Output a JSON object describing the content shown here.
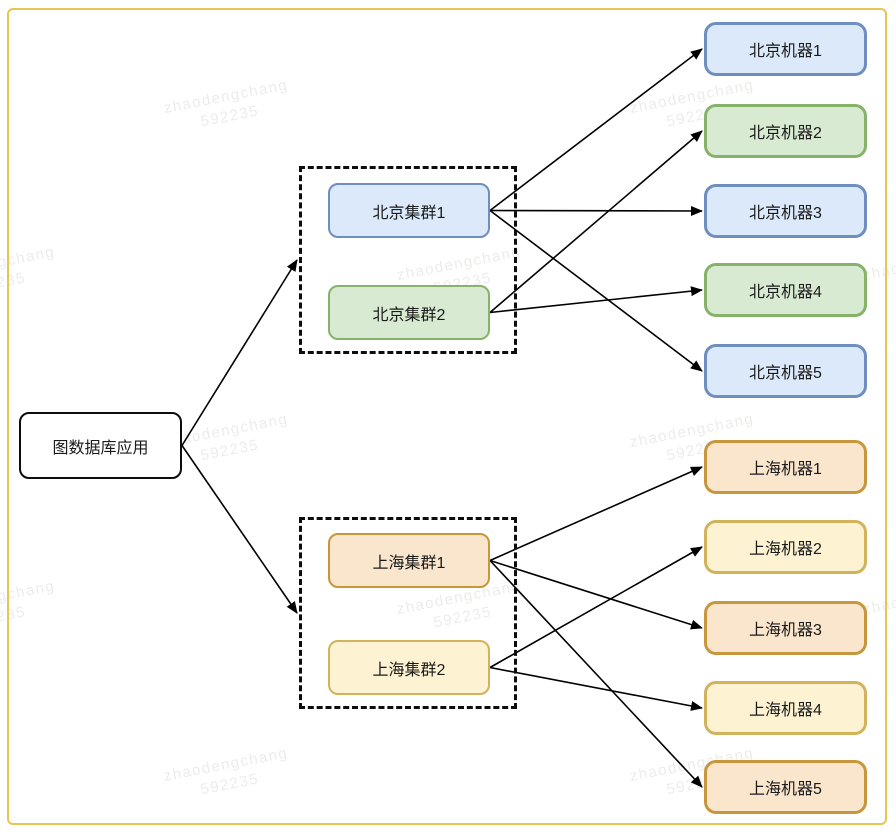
{
  "watermark": {
    "line1": "zhaodengchang",
    "line2": "592235"
  },
  "colors": {
    "frame": "#E8C452",
    "edge": "#000000",
    "watermark_text": "#ECECEA",
    "blue_fill": "#DBE9FA",
    "blue_stroke": "#6E8EBF",
    "green_fill": "#D9EAD3",
    "green_stroke": "#87B269",
    "orange_fill": "#FAE5CD",
    "orange_stroke": "#C8963C",
    "yellow_fill": "#FDF3D2",
    "yellow_stroke": "#D3B25C"
  },
  "diagram": {
    "app": {
      "id": "app",
      "label": "图数据库应用"
    },
    "clusters": [
      {
        "id": "bj-c1",
        "label": "北京集群1",
        "color": "blue"
      },
      {
        "id": "bj-c2",
        "label": "北京集群2",
        "color": "green"
      },
      {
        "id": "sh-c1",
        "label": "上海集群1",
        "color": "orange"
      },
      {
        "id": "sh-c2",
        "label": "上海集群2",
        "color": "yellow"
      }
    ],
    "machines": [
      {
        "id": "bj-m1",
        "label": "北京机器1",
        "color": "blue"
      },
      {
        "id": "bj-m2",
        "label": "北京机器2",
        "color": "green"
      },
      {
        "id": "bj-m3",
        "label": "北京机器3",
        "color": "blue"
      },
      {
        "id": "bj-m4",
        "label": "北京机器4",
        "color": "green"
      },
      {
        "id": "bj-m5",
        "label": "北京机器5",
        "color": "blue"
      },
      {
        "id": "sh-m1",
        "label": "上海机器1",
        "color": "orange"
      },
      {
        "id": "sh-m2",
        "label": "上海机器2",
        "color": "yellow"
      },
      {
        "id": "sh-m3",
        "label": "上海机器3",
        "color": "orange"
      },
      {
        "id": "sh-m4",
        "label": "上海机器4",
        "color": "yellow"
      },
      {
        "id": "sh-m5",
        "label": "上海机器5",
        "color": "orange"
      }
    ],
    "edges": [
      [
        "app",
        "g-bj"
      ],
      [
        "app",
        "g-sh"
      ],
      [
        "bj-c1",
        "bj-m1"
      ],
      [
        "bj-c1",
        "bj-m3"
      ],
      [
        "bj-c1",
        "bj-m5"
      ],
      [
        "bj-c2",
        "bj-m2"
      ],
      [
        "bj-c2",
        "bj-m4"
      ],
      [
        "sh-c1",
        "sh-m1"
      ],
      [
        "sh-c1",
        "sh-m3"
      ],
      [
        "sh-c1",
        "sh-m5"
      ],
      [
        "sh-c2",
        "sh-m2"
      ],
      [
        "sh-c2",
        "sh-m4"
      ]
    ]
  }
}
